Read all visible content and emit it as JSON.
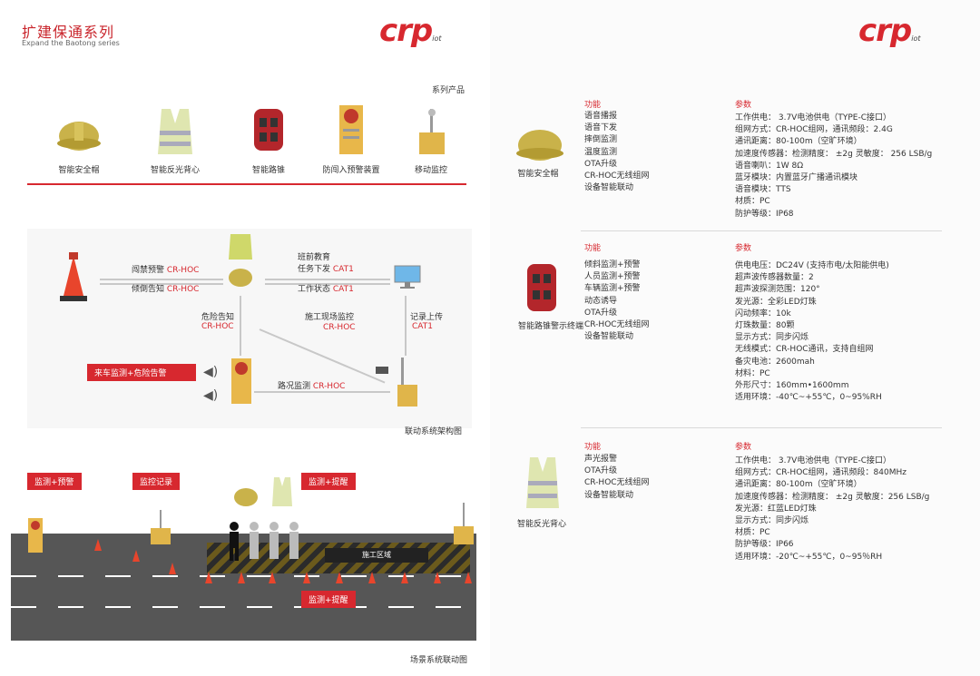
{
  "left": {
    "title": "扩建保通系列",
    "subtitle": "Expand the Baotong series",
    "logo": "crp",
    "logo_sub": "iot",
    "series_label": "系列产品",
    "products": [
      "智能安全帽",
      "智能反光背心",
      "智能路锥",
      "防闯入预警装置",
      "移动监控"
    ],
    "diagram": {
      "caption": "联动系统架构图",
      "link1_a": "闯禁预警",
      "link1_a_proto": "CR-HOC",
      "link1_b": "倾倒告知",
      "link1_b_proto": "CR-HOC",
      "link2_a": "班前教育",
      "link2_b": "任务下发",
      "link2_b_proto": "CAT1",
      "link2_c": "工作状态",
      "link2_c_proto": "CAT1",
      "danger_notice": "危险告知",
      "danger_proto": "CR-HOC",
      "site_monitor": "施工现场监控",
      "site_proto": "CR-HOC",
      "record_upload": "记录上传",
      "record_proto": "CAT1",
      "road_monitor": "路况监测",
      "road_proto": "CR-HOC",
      "alarm_tag": "来车监测+危险告警"
    },
    "scene": {
      "caption": "场景系统联动图",
      "tag1": "监测+预警",
      "tag2": "监控记录",
      "tag3": "监测+提醒",
      "tag4": "监测+提醒",
      "zone": "施工区域"
    }
  },
  "right": {
    "logo": "crp",
    "logo_sub": "iot",
    "items": [
      {
        "name": "智能安全帽",
        "func_head": "功能",
        "param_head": "参数",
        "functions": [
          "语音播报",
          "语音下发",
          "摔倒监测",
          "温度监测",
          "OTA升级",
          "CR-HOC无线组网",
          "设备智能联动"
        ],
        "params": [
          "工作供电： 3.7V电池供电（TYPE-C接口）",
          "组网方式：CR-HOC组网，通讯频段：2.4G",
          "通讯距离：80-100m（空旷环境）",
          "加速度传感器：检测精度： ±2g  灵敏度： 256 LSB/g",
          "语音喇叭：1W 8Ω",
          "蓝牙模块：内置蓝牙广播通讯模块",
          "语音模块：TTS",
          "材质：PC",
          "防护等级：IP68"
        ]
      },
      {
        "name": "智能路锥警示终端",
        "func_head": "功能",
        "param_head": "参数",
        "functions": [
          "倾斜监测+预警",
          "人员监测+预警",
          "车辆监测+预警",
          "动态诱导",
          "OTA升级",
          "CR-HOC无线组网",
          "设备智能联动"
        ],
        "params": [
          "供电电压：DC24V (支持市电/太阳能供电)",
          "超声波传感器数量：2",
          "超声波探测范围：120°",
          "发光源：全彩LED灯珠",
          "闪动频率：10k",
          "灯珠数量：80颗",
          "显示方式：同步闪烁",
          "无线模式：CR-HOC通讯，支持自组网",
          "备灾电池：2600mah",
          "材料：PC",
          "外形尺寸：160mm•1600mm",
          "适用环境：-40℃~+55℃，0~95%RH"
        ]
      },
      {
        "name": "智能反光背心",
        "func_head": "功能",
        "param_head": "参数",
        "functions": [
          "声光报警",
          "OTA升级",
          "CR-HOC无线组网",
          "设备智能联动"
        ],
        "params": [
          "工作供电： 3.7V电池供电（TYPE-C接口）",
          "组网方式：CR-HOC组网，通讯频段：840MHz",
          "通讯距离：80-100m（空旷环境）",
          "加速度传感器：检测精度： ±2g  灵敏度：256 LSB/g",
          "发光源：红蓝LED灯珠",
          "显示方式：同步闪烁",
          "材质：PC",
          "防护等级：IP66",
          "适用环境：-20℃~+55℃，0~95％RH"
        ]
      }
    ]
  }
}
